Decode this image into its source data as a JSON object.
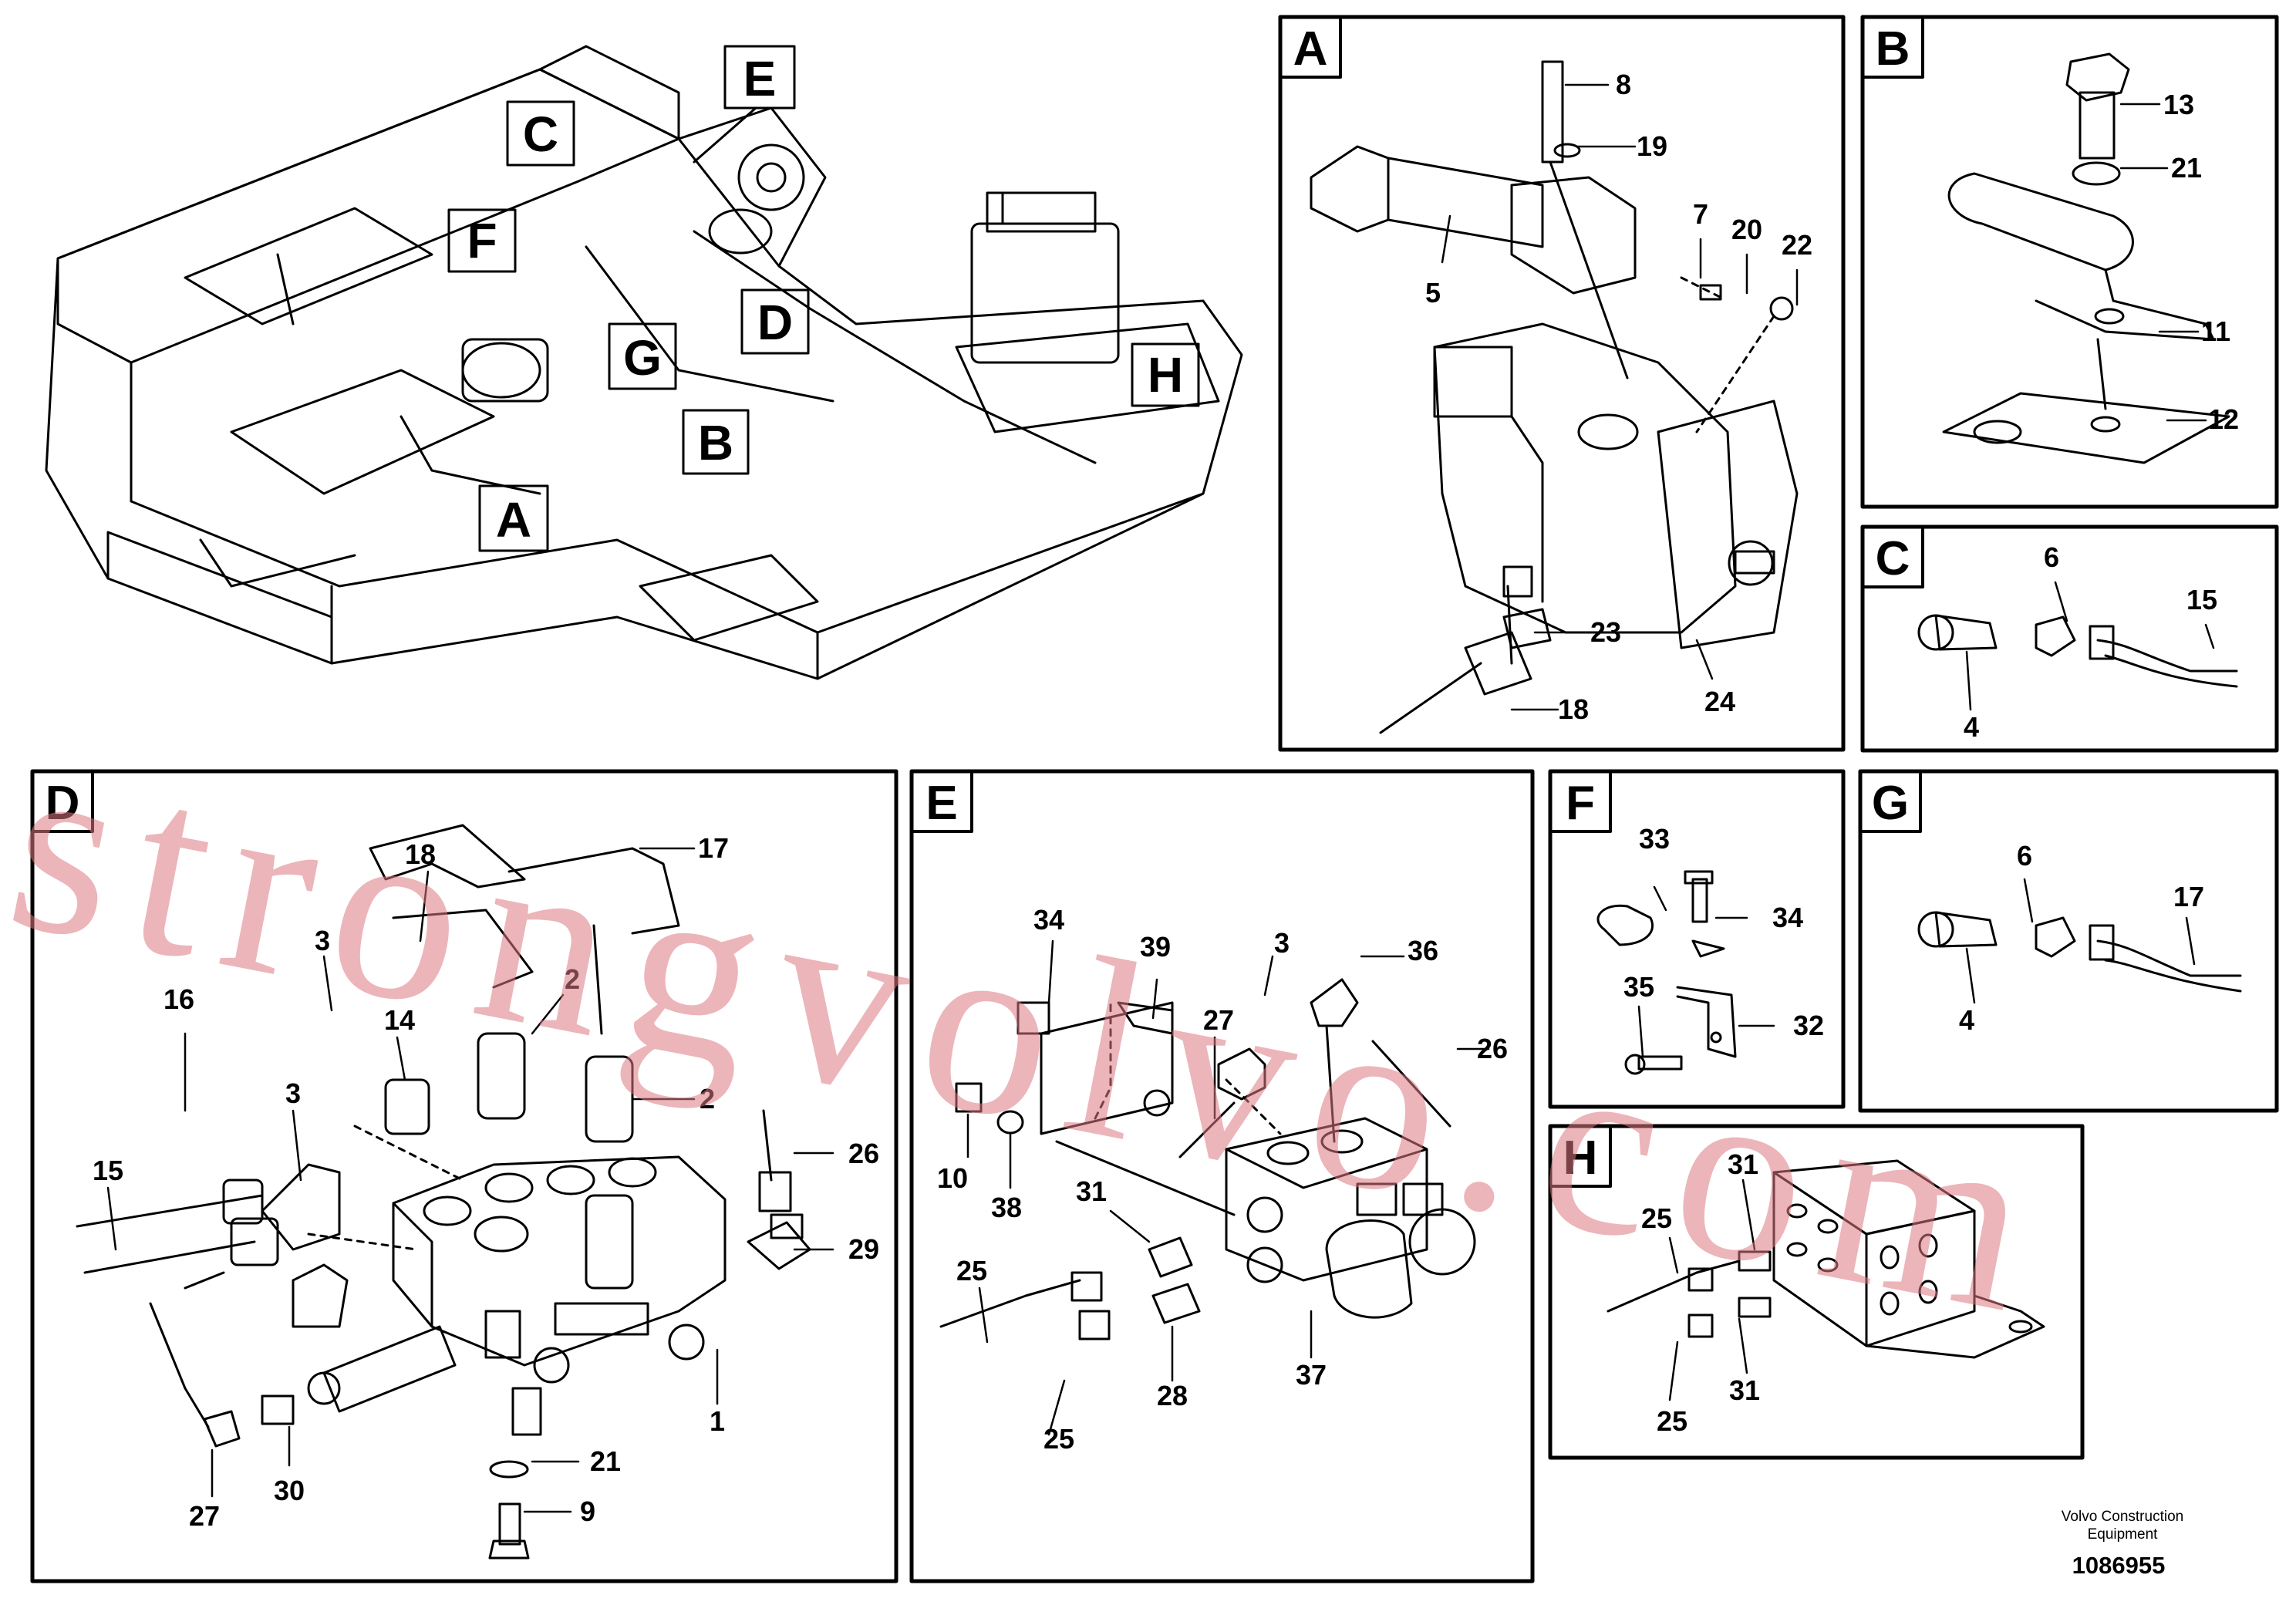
{
  "callouts_overview": [
    "A",
    "B",
    "C",
    "D",
    "E",
    "F",
    "G",
    "H"
  ],
  "panels": [
    {
      "id": "A",
      "labels": [
        "8",
        "19",
        "7",
        "20",
        "22",
        "5",
        "23",
        "18",
        "24"
      ]
    },
    {
      "id": "B",
      "labels": [
        "13",
        "21",
        "11",
        "12"
      ]
    },
    {
      "id": "C",
      "labels": [
        "6",
        "15",
        "4"
      ]
    },
    {
      "id": "D",
      "labels": [
        "17",
        "18",
        "3",
        "2",
        "16",
        "14",
        "2",
        "3",
        "15",
        "26",
        "29",
        "1",
        "21",
        "9",
        "27",
        "30"
      ]
    },
    {
      "id": "E",
      "labels": [
        "34",
        "39",
        "3",
        "36",
        "27",
        "26",
        "10",
        "38",
        "31",
        "25",
        "28",
        "25",
        "37"
      ]
    },
    {
      "id": "F",
      "labels": [
        "33",
        "34",
        "35",
        "32"
      ]
    },
    {
      "id": "G",
      "labels": [
        "6",
        "17",
        "4"
      ]
    },
    {
      "id": "H",
      "labels": [
        "31",
        "25",
        "25",
        "31"
      ]
    }
  ],
  "watermark": "strongvolvo.com",
  "footer": {
    "brand_line1": "Volvo Construction",
    "brand_line2": "Equipment",
    "doc_number": "1086955"
  },
  "colors": {
    "line": "#000000",
    "watermark": "#dc7882"
  }
}
